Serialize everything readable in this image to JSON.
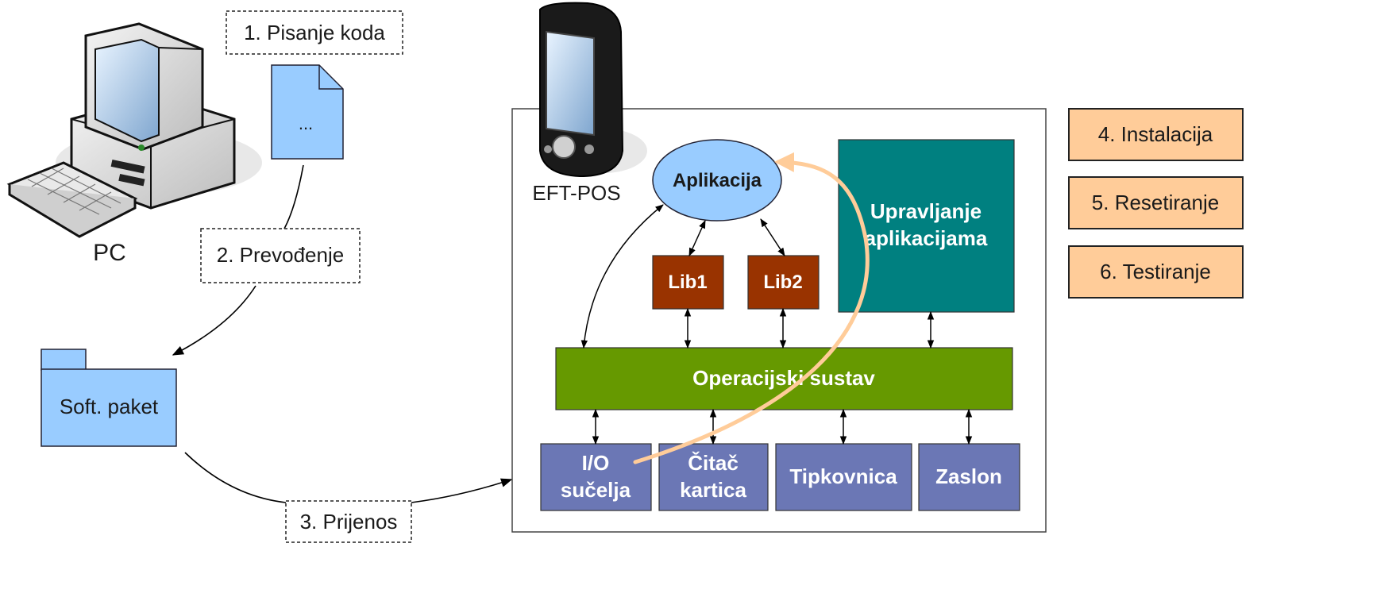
{
  "labels": {
    "pc": "PC",
    "step1": "1. Pisanje koda",
    "doc_content": "...",
    "step2": "2. Prevođenje",
    "package": "Soft. paket",
    "step3": "3. Prijenos",
    "device": "EFT-POS",
    "app": "Aplikacija",
    "lib1": "Lib1",
    "lib2": "Lib2",
    "mgmt_line1": "Upravljanje",
    "mgmt_line2": "aplikacijama",
    "os": "Operacijski sustav",
    "io_line1": "I/O",
    "io_line2": "sučelja",
    "card_line1": "Čitač",
    "card_line2": "kartica",
    "keyboard": "Tipkovnica",
    "display": "Zaslon"
  },
  "steps": [
    "4. Instalacija",
    "5. Resetiranje",
    "6. Testiranje"
  ],
  "colors": {
    "doc_fill": "#99ccff",
    "app_fill": "#99ccff",
    "lib_fill": "#993300",
    "mgmt_fill": "#008080",
    "os_fill": "#669900",
    "hw_fill": "#6b77b5",
    "step_fill": "#ffcc99",
    "orange_arrow": "#ffcc99"
  }
}
